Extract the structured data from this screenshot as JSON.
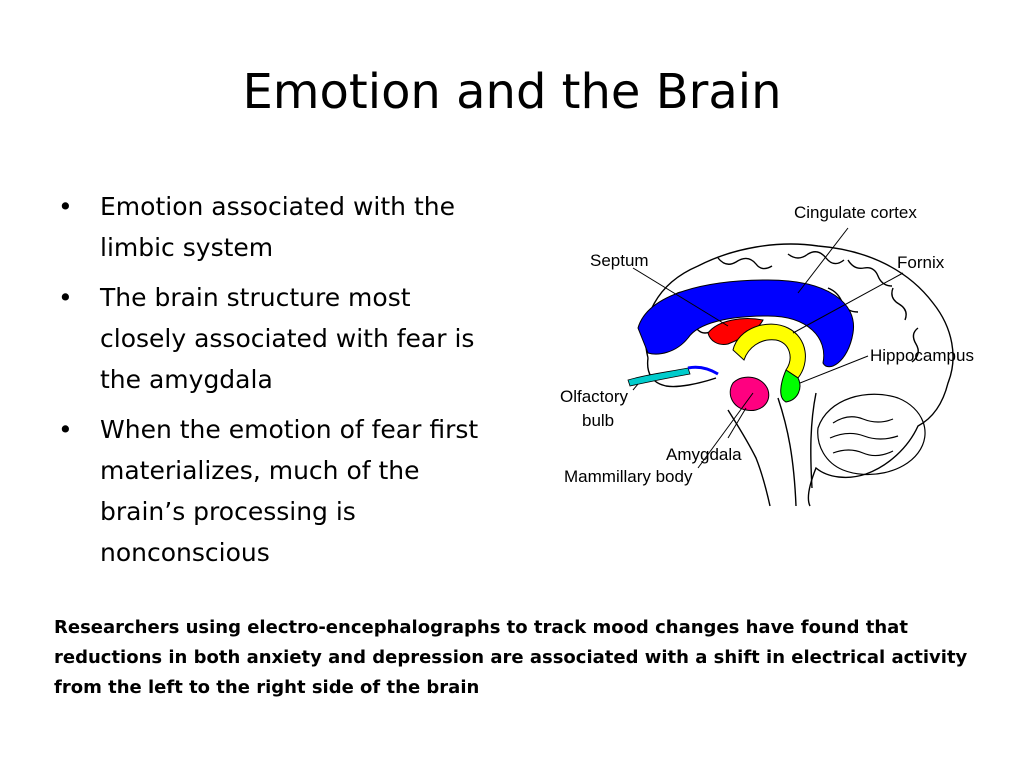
{
  "slide": {
    "title": "Emotion and the Brain",
    "bullets": [
      "Emotion associated with the limbic system",
      "The brain structure most closely associated with fear is the amygdala",
      "When the emotion of fear first materializes, much of the brain’s processing is nonconscious"
    ],
    "footnote": "Researchers using electro-encephalographs to track mood changes have found that reductions in both anxiety and depression are associated with a shift in electrical activity from the left to the right side of the brain"
  },
  "diagram": {
    "labels": {
      "cingulate": "Cingulate cortex",
      "septum": "Septum",
      "fornix": "Fornix",
      "hippocampus": "Hippocampus",
      "olfactory_line1": "Olfactory",
      "olfactory_line2": "bulb",
      "amygdala": "Amygdala",
      "mammillary": "Mammillary body"
    },
    "colors": {
      "cingulate": "#0000ff",
      "fornix": "#ffff00",
      "hippocampus": "#00ff00",
      "septum": "#ff0000",
      "amygdala": "#ff0080",
      "olfactory": "#00cccc"
    }
  }
}
